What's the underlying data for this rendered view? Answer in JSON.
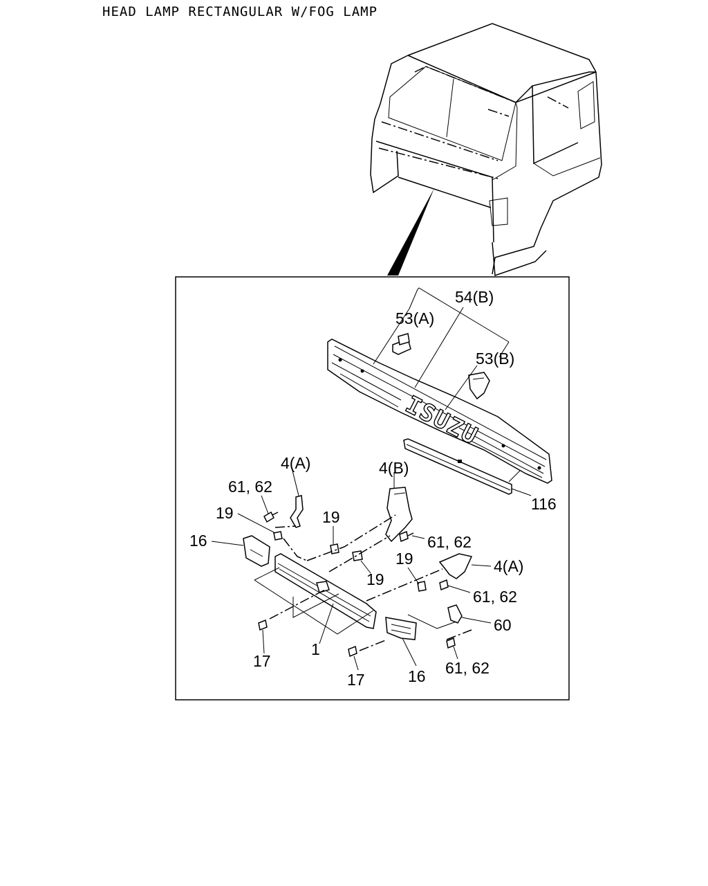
{
  "title": "HEAD LAMP RECTANGULAR W/FOG LAMP",
  "grille_emblem": "ISUZU",
  "callouts": {
    "c54b": "54(B)",
    "c53a": "53(A)",
    "c53b": "53(B)",
    "c116": "116",
    "c4a_top": "4(A)",
    "c4b": "4(B)",
    "c6162_a": "61, 62",
    "c19_a": "19",
    "c16_left": "16",
    "c19_b": "19",
    "c6162_b": "61, 62",
    "c19_c": "19",
    "c19_d": "19",
    "c4a_right": "4(A)",
    "c6162_c": "61, 62",
    "c60": "60",
    "c17_left": "17",
    "c1": "1",
    "c17_bottom": "17",
    "c16_right": "16",
    "c6162_d": "61, 62"
  }
}
